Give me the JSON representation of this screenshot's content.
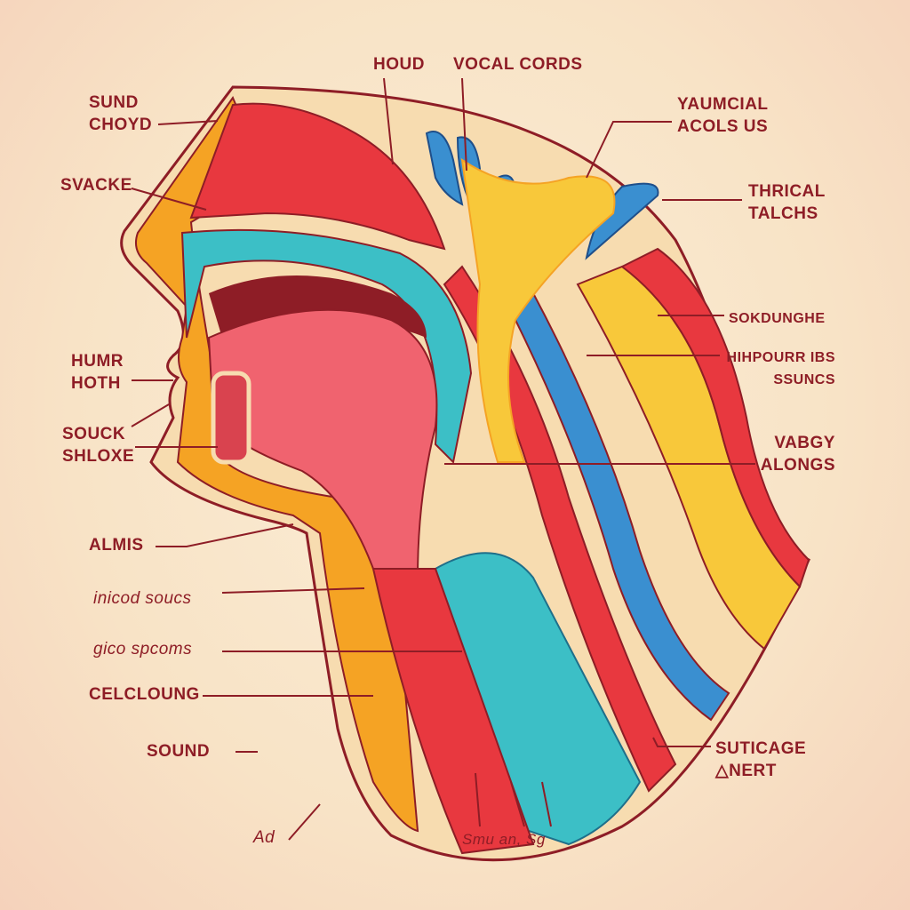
{
  "diagram": {
    "labels": {
      "sund_choyd": [
        "SUND",
        "CHOYD"
      ],
      "svacke": "SVACKE",
      "houd": "HOUD",
      "vocal_cords": "VOCAL CORDS",
      "yaumcial": [
        "YAUMCIAL",
        "ACOLS US"
      ],
      "thrical": [
        "THRICAL",
        "TALCHS"
      ],
      "sokdunghe": "SOKDUNGHE",
      "hihpourr": [
        "HIHPOURR IBS",
        "SSUNCS"
      ],
      "vabgy": [
        "VABGY",
        "ALONGS"
      ],
      "humr": [
        "HUMR",
        "HOTH"
      ],
      "souck": [
        "SOUCK",
        "SHLOXE"
      ],
      "almis": "ALMIS",
      "inicod": "inicod soucs",
      "gico": "gico spcoms",
      "celcloung": "CELCLOUNG",
      "sound": "SOUND",
      "ad": "Ad",
      "smu": "Smu an, Sg",
      "suticage": [
        "SUTICAGE",
        "△NERT"
      ]
    },
    "colors": {
      "label": "#8e1d26",
      "muscle_red": "#e8383f",
      "tongue_pink": "#f0636f",
      "cartilage_teal": "#3cbfc6",
      "fat_orange": "#f5a324",
      "bone_yellow": "#f8c83a",
      "skin": "#f7dcb0"
    }
  }
}
